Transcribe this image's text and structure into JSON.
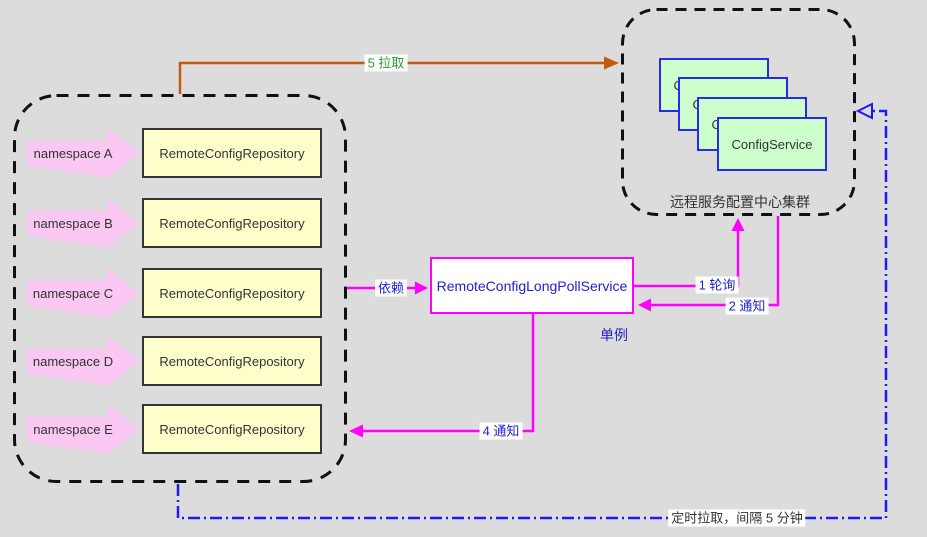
{
  "diagram": {
    "title_hint": "remote config long poll architecture",
    "left_group": {
      "rows": [
        {
          "namespace": "namespace A",
          "repo": "RemoteConfigRepository"
        },
        {
          "namespace": "namespace B",
          "repo": "RemoteConfigRepository"
        },
        {
          "namespace": "namespace C",
          "repo": "RemoteConfigRepository"
        },
        {
          "namespace": "namespace D",
          "repo": "RemoteConfigRepository"
        },
        {
          "namespace": "namespace E",
          "repo": "RemoteConfigRepository"
        }
      ]
    },
    "service": {
      "label": "RemoteConfigLongPollService",
      "caption": "单例"
    },
    "cluster": {
      "box_label": "ConfigService",
      "caption": "远程服务配置中心集群"
    },
    "edges": {
      "pull_label": "5 拉取",
      "depend_label": "依赖",
      "poll_label": "1 轮询",
      "notify_service_label": "2 通知",
      "notify_repo_label": "4 通知",
      "schedule_label": "定时拉取，间隔 5 分钟"
    },
    "colors": {
      "background": "#DCDCDC",
      "magenta_edge": "#FF00FF",
      "orange_edge": "#C45A0F",
      "blue_edge": "#1A1AFF",
      "blue_text": "#2222CC",
      "green_text": "#339933",
      "yellow_box": "#FFFFCC",
      "green_box": "#CCFFCC",
      "pink_arrow": "#FAC8F2",
      "dashed_border": "#111111"
    }
  }
}
